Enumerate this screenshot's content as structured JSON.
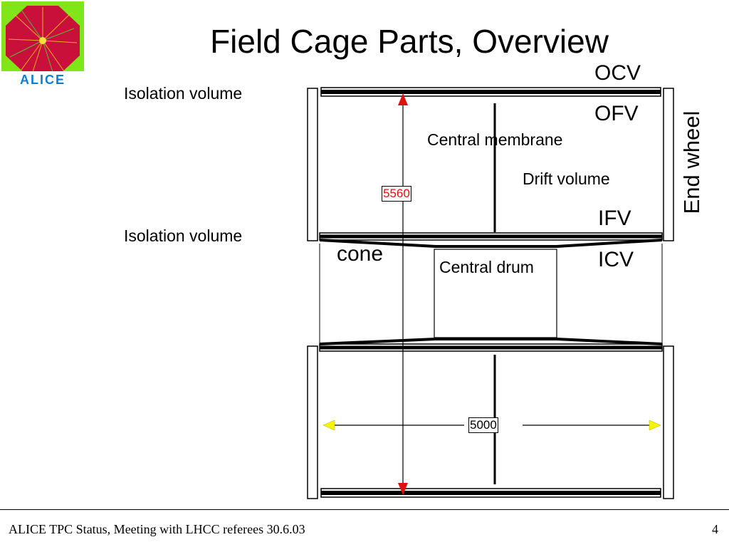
{
  "slide": {
    "title": "Field Cage Parts, Overview",
    "page_number": "4",
    "footer": "ALICE TPC Status, Meeting with LHCC referees 30.6.03"
  },
  "logo": {
    "text": "ALICE",
    "colors": {
      "frame": "#7fe61a",
      "octagon": "#c8103a",
      "text": "#0a7fd0"
    }
  },
  "labels": {
    "isolation_top": "Isolation volume",
    "isolation_bottom": "Isolation volume",
    "ocv": "OCV",
    "ofv": "OFV",
    "central_membrane": "Central membrane",
    "drift_volume": "Drift volume",
    "ifv": "IFV",
    "icv": "ICV",
    "cone": "cone",
    "central_drum": "Central drum",
    "end_wheel": "End wheel"
  },
  "dimensions": {
    "vertical": "5560",
    "horizontal": "5000"
  },
  "colors": {
    "vertical_arrow": "#e01010",
    "horizontal_arrow": "#f5f500",
    "vertical_label": "#e01010"
  }
}
